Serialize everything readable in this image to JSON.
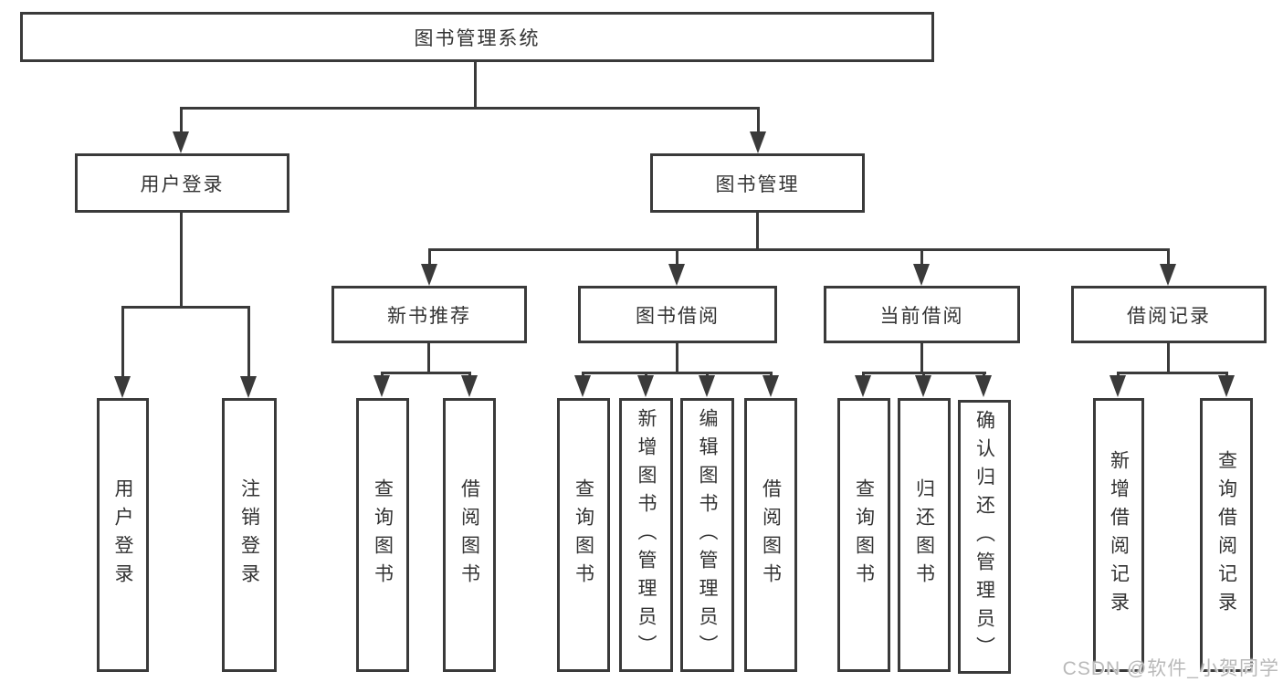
{
  "nodes": {
    "root": {
      "label": "图书管理系统"
    },
    "login": {
      "label": "用户登录"
    },
    "manage": {
      "label": "图书管理"
    },
    "recommend": {
      "label": "新书推荐"
    },
    "borrow": {
      "label": "图书借阅"
    },
    "current": {
      "label": "当前借阅"
    },
    "records": {
      "label": "借阅记录"
    },
    "login_user": {
      "label": "用户登录"
    },
    "login_logout": {
      "label": "注销登录"
    },
    "rec_query": {
      "label": "查询图书"
    },
    "rec_borrow": {
      "label": "借阅图书"
    },
    "bor_query": {
      "label": "查询图书"
    },
    "bor_add": {
      "label": "新增图书（管理员）"
    },
    "bor_edit": {
      "label": "编辑图书（管理员）"
    },
    "bor_borrow": {
      "label": "借阅图书"
    },
    "cur_query": {
      "label": "查询图书"
    },
    "cur_return": {
      "label": "归还图书"
    },
    "cur_confirm": {
      "label": "确认归还（管理员）"
    },
    "log_add": {
      "label": "新增借阅记录"
    },
    "log_query": {
      "label": "查询借阅记录"
    }
  },
  "watermark": "CSDN @软件_小贺同学",
  "colors": {
    "line": "#3a3a3a",
    "text": "#333333",
    "watermark": "#b9b9b9",
    "background": "#ffffff"
  }
}
